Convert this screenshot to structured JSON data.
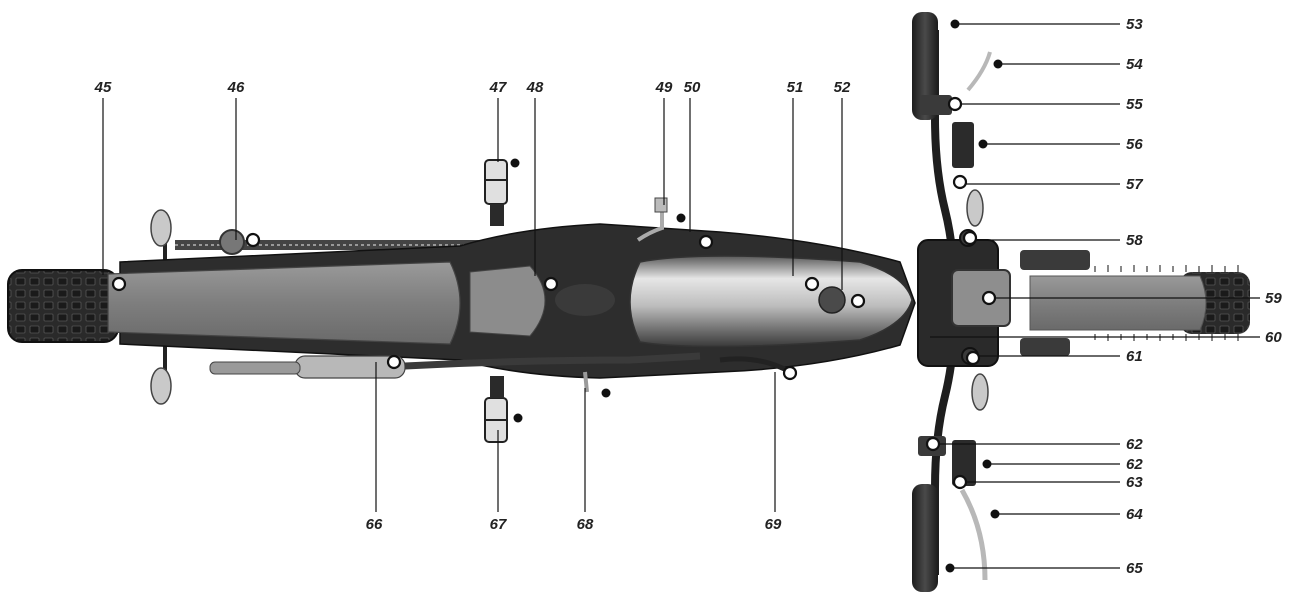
{
  "figure": {
    "subject": "Motorcycle top view with numbered component callouts",
    "colors": {
      "background": "#ffffff",
      "body_grey": "#8a8a8a",
      "dark": "#2b2b2b",
      "tank_light": "#dcdcdc",
      "leader": "#111111",
      "marker_fill": "#ffffff"
    }
  },
  "callouts": {
    "c45": "45",
    "c46": "46",
    "c47": "47",
    "c48": "48",
    "c49": "49",
    "c50": "50",
    "c51": "51",
    "c52": "52",
    "c53": "53",
    "c54": "54",
    "c55": "55",
    "c56": "56",
    "c57": "57",
    "c58": "58",
    "c59": "59",
    "c60": "60",
    "c61": "61",
    "c62a": "62",
    "c62b": "62",
    "c63": "63",
    "c64": "64",
    "c65": "65",
    "c66": "66",
    "c67": "67",
    "c68": "68",
    "c69": "69"
  }
}
